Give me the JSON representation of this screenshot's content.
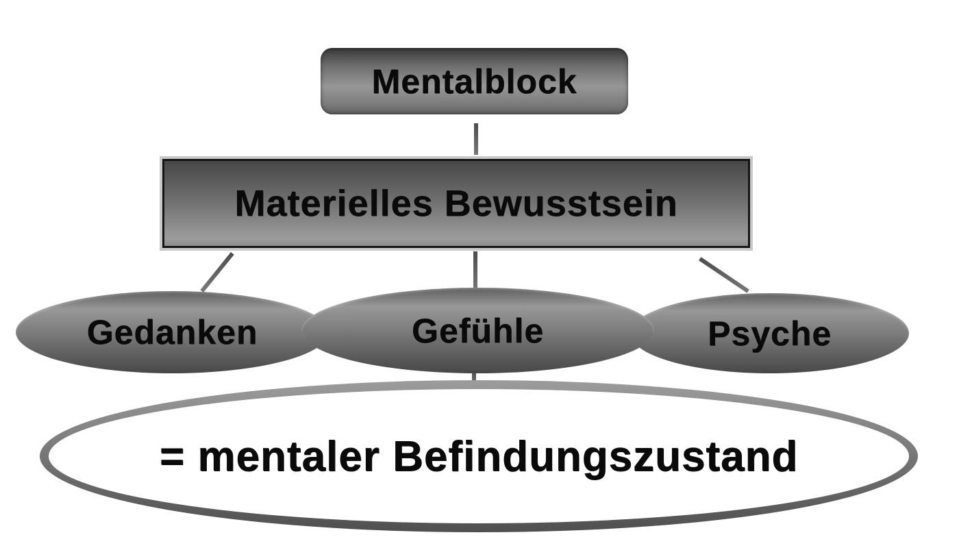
{
  "diagram": {
    "title": "Mentalblock concept diagram",
    "background_color": "#ffffff",
    "text_color": "#0a0a0a",
    "nodes": {
      "mentalblock": {
        "label": "Mentalblock",
        "shape": "rounded-rect",
        "fill": "gray-gradient"
      },
      "materielles_bewusstsein": {
        "label": "Materielles Bewusstsein",
        "shape": "rect",
        "fill": "gray-gradient",
        "frame": "#c9c9c9"
      },
      "gedanken": {
        "label": "Gedanken",
        "shape": "ellipse",
        "fill": "gray-gradient"
      },
      "gefuehle": {
        "label": "Gefühle",
        "shape": "ellipse",
        "fill": "gray-gradient"
      },
      "psyche": {
        "label": "Psyche",
        "shape": "ellipse",
        "fill": "gray-gradient"
      },
      "result": {
        "label": "= mentaler Befindungszustand",
        "shape": "outlined-ellipse",
        "fill": "#ffffff",
        "ring": "gray-gradient"
      }
    },
    "edges": [
      {
        "from": "mentalblock",
        "to": "materielles_bewusstsein",
        "style": "gray-line"
      },
      {
        "from": "materielles_bewusstsein",
        "to": "gedanken",
        "style": "gray-line"
      },
      {
        "from": "materielles_bewusstsein",
        "to": "gefuehle",
        "style": "gray-line"
      },
      {
        "from": "materielles_bewusstsein",
        "to": "psyche",
        "style": "gray-line"
      },
      {
        "from": "gefuehle",
        "to": "result",
        "style": "gray-line"
      }
    ],
    "colors": {
      "node_gradient_dark": "#3d3d3d",
      "node_gradient_light": "#9c9c9c",
      "connector": "#5f5f5f",
      "frame_light": "#c9c9c9",
      "ring_gradient_top": "#9c9c9c",
      "ring_gradient_bottom": "#4f4f4f"
    }
  }
}
